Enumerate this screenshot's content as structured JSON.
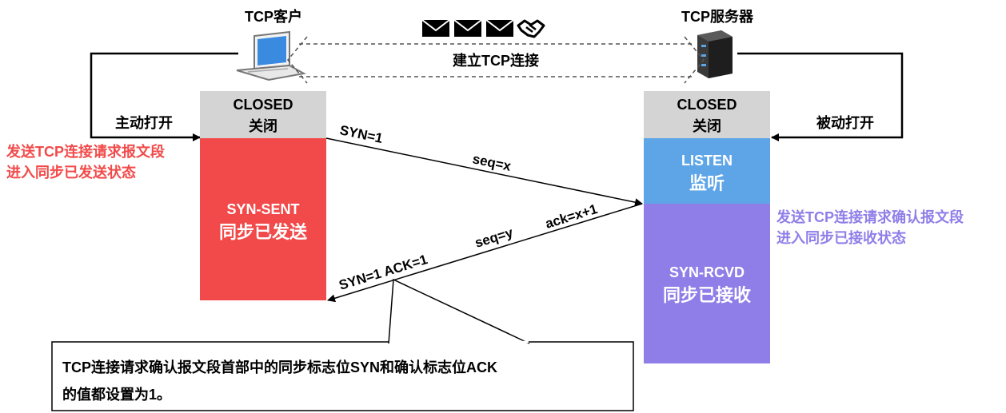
{
  "client": {
    "title": "TCP客户",
    "icon": "laptop-icon"
  },
  "server": {
    "title": "TCP服务器",
    "icon": "server-icon"
  },
  "connection": {
    "label": "建立TCP连接",
    "icons": [
      "mail-icon",
      "mail-icon",
      "mail-icon",
      "handshake-icon"
    ]
  },
  "client_column": {
    "open_label": "主动打开",
    "closed": {
      "en": "CLOSED",
      "zh": "关闭"
    },
    "syn_sent": {
      "en": "SYN-SENT",
      "zh": "同步已发送"
    },
    "note": {
      "line1": "发送TCP连接请求报文段",
      "line2": "进入同步已发送状态"
    }
  },
  "server_column": {
    "open_label": "被动打开",
    "closed": {
      "en": "CLOSED",
      "zh": "关闭"
    },
    "listen": {
      "en": "LISTEN",
      "zh": "监听"
    },
    "syn_rcvd": {
      "en": "SYN-RCVD",
      "zh": "同步已接收"
    },
    "note": {
      "line1": "发送TCP连接请求确认报文段",
      "line2": "进入同步已接收状态"
    }
  },
  "messages": {
    "syn": {
      "flag": "SYN=1",
      "seq": "seq=x"
    },
    "syn_ack": {
      "flags": "SYN=1  ACK=1",
      "seq": "seq=y",
      "ack": "ack=x+1"
    }
  },
  "callout": {
    "line1": "TCP连接请求确认报文段首部中的同步标志位SYN和确认标志位ACK",
    "line2": "的值都设置为1。"
  },
  "colors": {
    "closed": "#d4d4d4",
    "syn_sent": "#f24a4a",
    "listen": "#5ea5e8",
    "syn_rcvd": "#8f7ee8",
    "note_red": "#f24a4a",
    "note_purple": "#8f7ee8"
  }
}
